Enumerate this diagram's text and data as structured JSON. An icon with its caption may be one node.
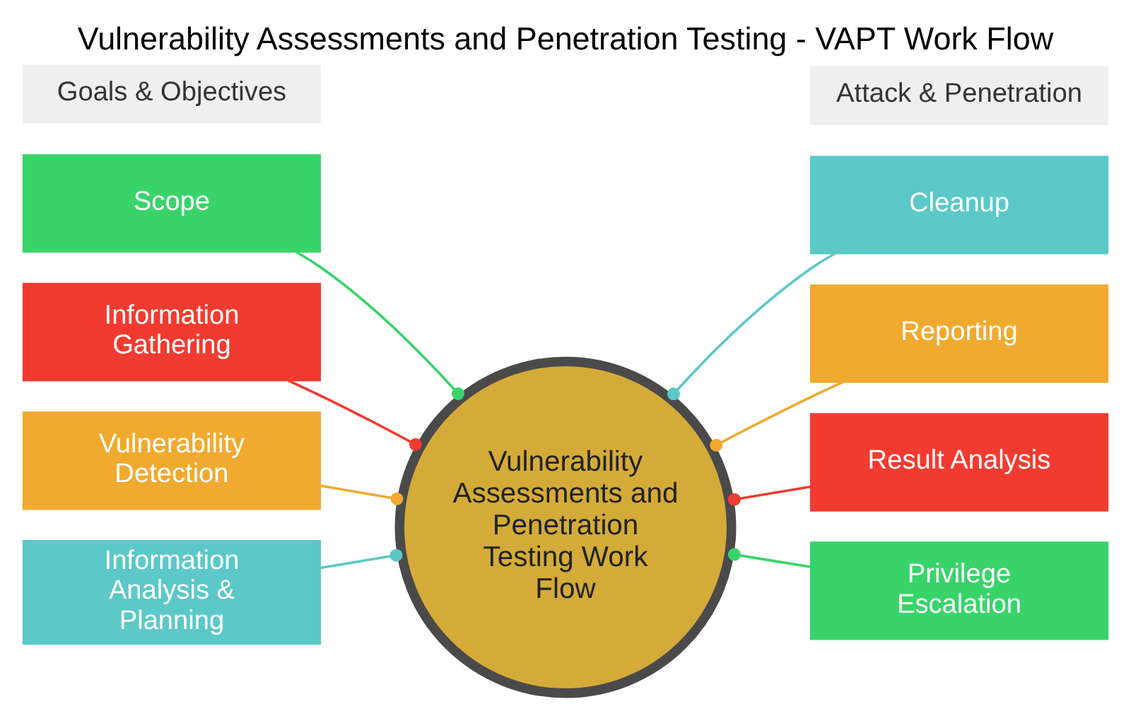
{
  "diagram": {
    "title": "Vulnerability Assessments and Penetration Testing - VAPT Work Flow",
    "nodes": [
      {
        "text": [
          "Goals & Objectives"
        ]
      },
      {
        "text": [
          "Attack & Penetration"
        ]
      },
      {
        "text": [
          "Scope"
        ]
      },
      {
        "text": [
          "Information Gathering"
        ]
      },
      {
        "text": [
          "Vulnerability Detection"
        ]
      },
      {
        "text": [
          "Information Analysis & Planning"
        ]
      },
      {
        "text": [
          "Vulnerability Assessments and Penetration Testing Work Flow"
        ]
      },
      {
        "text": [
          "Cleanup"
        ]
      },
      {
        "text": [
          "Reporting"
        ]
      },
      {
        "text": [
          "Result Analysis"
        ]
      },
      {
        "text": [
          "Privilege Escalation"
        ]
      }
    ],
    "edges": [
      {
        "from": 2,
        "to": 6,
        "arrow": "other",
        "color": "#38d46a"
      },
      {
        "from": 3,
        "to": 6,
        "arrow": "other",
        "color": "#f23b30"
      },
      {
        "from": 4,
        "to": 6,
        "arrow": "other",
        "color": "#f0aa30"
      },
      {
        "from": 5,
        "to": 6,
        "arrow": "other",
        "color": "#5cc8c8"
      },
      {
        "from": 7,
        "to": 6,
        "arrow": "other",
        "color": "#5cc8c8"
      },
      {
        "from": 8,
        "to": 6,
        "arrow": "other",
        "color": "#f0aa30"
      },
      {
        "from": 9,
        "to": 6,
        "arrow": "other",
        "color": "#f23b30"
      },
      {
        "from": 10,
        "to": 6,
        "arrow": "other",
        "color": "#38d46a"
      }
    ]
  }
}
